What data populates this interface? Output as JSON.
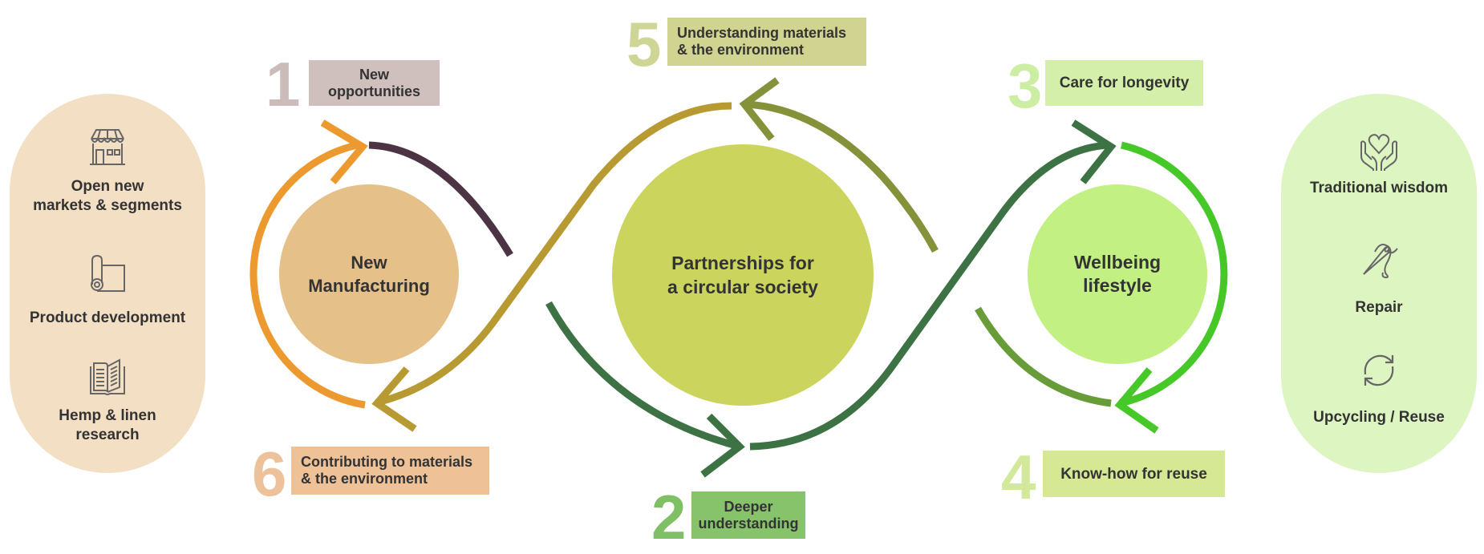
{
  "left_panel": {
    "items": [
      {
        "icon": "storefront-icon",
        "label_lines": [
          "Open new",
          "markets & segments"
        ]
      },
      {
        "icon": "fabric-roll-icon",
        "label_lines": [
          "Product development"
        ]
      },
      {
        "icon": "open-book-icon",
        "label_lines": [
          "Hemp & linen",
          "research"
        ]
      }
    ]
  },
  "right_panel": {
    "items": [
      {
        "icon": "hands-heart-icon",
        "label_lines": [
          "Traditional wisdom"
        ]
      },
      {
        "icon": "needle-thread-icon",
        "label_lines": [
          "Repair"
        ]
      },
      {
        "icon": "recycle-arrows-icon",
        "label_lines": [
          "Upcycling / Reuse"
        ]
      }
    ]
  },
  "circles": {
    "left": {
      "lines": [
        "New",
        "Manufacturing"
      ],
      "color": "#e6c089"
    },
    "middle": {
      "lines": [
        "Partnerships for",
        "a circular society"
      ],
      "color": "#cbd45d"
    },
    "right": {
      "lines": [
        "Wellbeing",
        "lifestyle"
      ],
      "color": "#c2f082"
    }
  },
  "steps": [
    {
      "number": "1",
      "lines": [
        "New",
        "opportunities"
      ],
      "number_color": "#cbbcba",
      "box_color": "#cfc0bd"
    },
    {
      "number": "2",
      "lines": [
        "Deeper",
        "understanding"
      ],
      "number_color": "#7fbf65",
      "box_color": "#86c36b"
    },
    {
      "number": "3",
      "lines": [
        "Care for longevity"
      ],
      "number_color": "#cbeea3",
      "box_color": "#d3efaa"
    },
    {
      "number": "4",
      "lines": [
        "Know-how for reuse"
      ],
      "number_color": "#d2e89a",
      "box_color": "#d7e894"
    },
    {
      "number": "5",
      "lines": [
        "Understanding materials",
        "& the environment"
      ],
      "number_color": "#cfd595",
      "box_color": "#d1d490"
    },
    {
      "number": "6",
      "lines": [
        "Contributing to materials",
        "& the environment"
      ],
      "number_color": "#edc19a",
      "box_color": "#eec197"
    }
  ],
  "arrow_colors": {
    "left_loop_orange": "#ec9a30",
    "left_loop_plum": "#4c3444",
    "s_curve_gold": "#b89a33",
    "middle_top_olive": "#86923a",
    "s_curve_dark_green": "#3d7344",
    "right_loop_bright_green": "#46c928",
    "right_loop_moss": "#679c38"
  }
}
